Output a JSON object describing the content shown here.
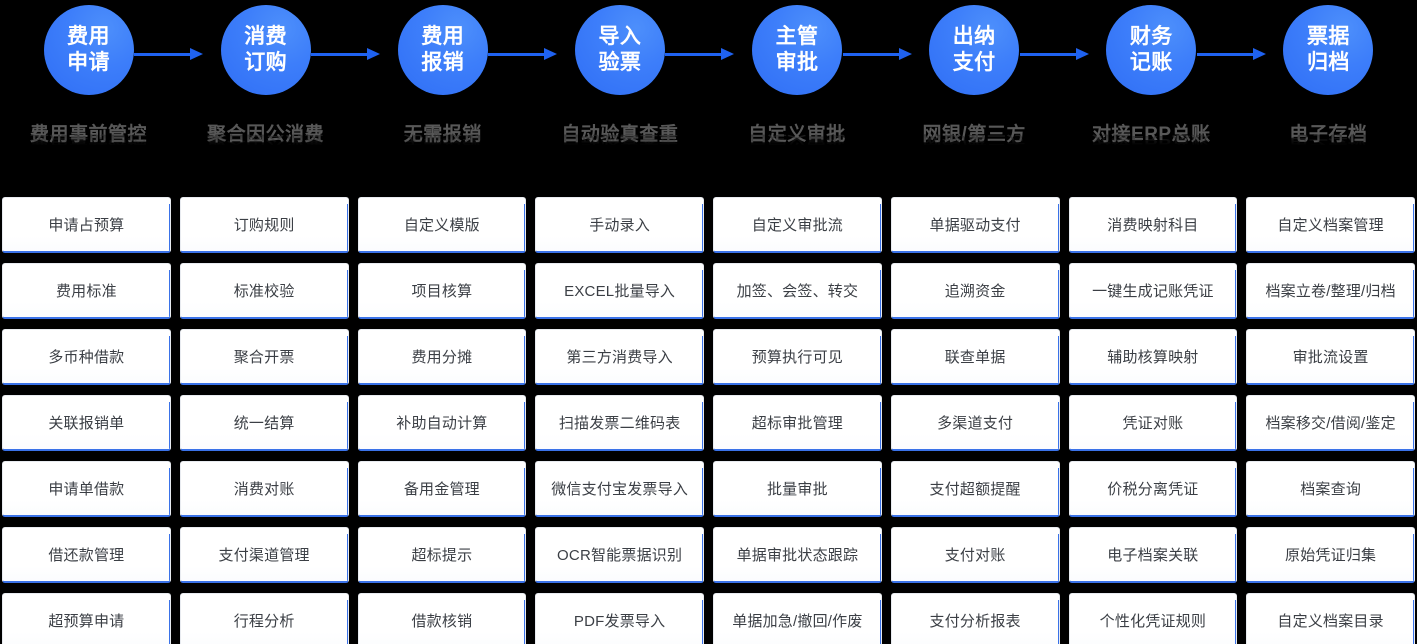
{
  "flow": {
    "steps": [
      {
        "circle_line1": "费用",
        "circle_line2": "申请",
        "subtitle": "费用事前管控"
      },
      {
        "circle_line1": "消费",
        "circle_line2": "订购",
        "subtitle": "聚合因公消费"
      },
      {
        "circle_line1": "费用",
        "circle_line2": "报销",
        "subtitle": "无需报销"
      },
      {
        "circle_line1": "导入",
        "circle_line2": "验票",
        "subtitle": "自动验真查重"
      },
      {
        "circle_line1": "主管",
        "circle_line2": "审批",
        "subtitle": "自定义审批"
      },
      {
        "circle_line1": "出纳",
        "circle_line2": "支付",
        "subtitle": "网银/第三方"
      },
      {
        "circle_line1": "财务",
        "circle_line2": "记账",
        "subtitle": "对接ERP总账"
      },
      {
        "circle_line1": "票据",
        "circle_line2": "归档",
        "subtitle": "电子存档"
      }
    ]
  },
  "colors": {
    "background": "#000000",
    "circle_blue": "#3d7efa",
    "arrow_blue": "#1f62f0",
    "cell_accent": "#3a72e8",
    "cell_background": "#ffffff",
    "cell_text": "#3b3f45",
    "subtitle_text": "#585858"
  },
  "grid": {
    "columns": [
      {
        "header": "费用申请",
        "cells": [
          "申请占预算",
          "费用标准",
          "多币种借款",
          "关联报销单",
          "申请单借款",
          "借还款管理",
          "超预算申请"
        ]
      },
      {
        "header": "消费订购",
        "cells": [
          "订购规则",
          "标准校验",
          "聚合开票",
          "统一结算",
          "消费对账",
          "支付渠道管理",
          "行程分析"
        ]
      },
      {
        "header": "费用报销",
        "cells": [
          "自定义模版",
          "项目核算",
          "费用分摊",
          "补助自动计算",
          "备用金管理",
          "超标提示",
          "借款核销"
        ]
      },
      {
        "header": "导入验票",
        "cells": [
          "手动录入",
          "EXCEL批量导入",
          "第三方消费导入",
          "扫描发票二维码表",
          "微信支付宝发票导入",
          "OCR智能票据识别",
          "PDF发票导入"
        ]
      },
      {
        "header": "主管审批",
        "cells": [
          "自定义审批流",
          "加签、会签、转交",
          "预算执行可见",
          "超标审批管理",
          "批量审批",
          "单据审批状态跟踪",
          "单据加急/撤回/作废"
        ]
      },
      {
        "header": "出纳支付",
        "cells": [
          "单据驱动支付",
          "追溯资金",
          "联查单据",
          "多渠道支付",
          "支付超额提醒",
          "支付对账",
          "支付分析报表"
        ]
      },
      {
        "header": "财务记账",
        "cells": [
          "消费映射科目",
          "一键生成记账凭证",
          "辅助核算映射",
          "凭证对账",
          "价税分离凭证",
          "电子档案关联",
          "个性化凭证规则"
        ]
      },
      {
        "header": "票据归档",
        "cells": [
          "自定义档案管理",
          "档案立卷/整理/归档",
          "审批流设置",
          "档案移交/借阅/鉴定",
          "档案查询",
          "原始凭证归集",
          "自定义档案目录"
        ]
      }
    ]
  }
}
